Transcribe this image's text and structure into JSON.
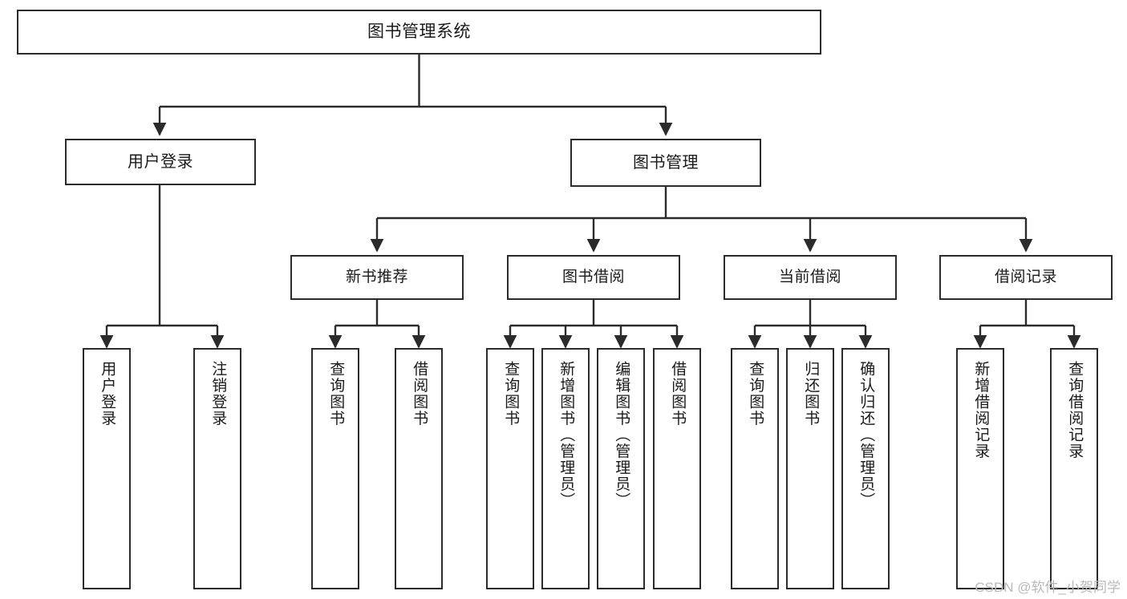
{
  "diagram": {
    "title": "图书管理系统",
    "type": "tree-hierarchy",
    "watermark": "CSDN @软件_小贺同学",
    "colors": {
      "stroke": "#2b2b2b",
      "fill": "#ffffff",
      "text": "#1a1a1a",
      "watermark": "#b9b9b9"
    }
  },
  "nodes": {
    "root": {
      "label": "图书管理系统"
    },
    "level2": [
      {
        "id": "user-login",
        "label": "用户登录"
      },
      {
        "id": "book-manage",
        "label": "图书管理"
      }
    ],
    "level3": [
      {
        "id": "new-book-recommend",
        "label": "新书推荐"
      },
      {
        "id": "book-borrow",
        "label": "图书借阅"
      },
      {
        "id": "current-borrow",
        "label": "当前借阅"
      },
      {
        "id": "borrow-record",
        "label": "借阅记录"
      }
    ],
    "leaves": [
      {
        "id": "leaf-user-login",
        "label": "用户登录",
        "parent": "user-login"
      },
      {
        "id": "leaf-logout-login",
        "label": "注销登录",
        "parent": "user-login"
      },
      {
        "id": "leaf-query-book-1",
        "label": "查询图书",
        "parent": "new-book-recommend"
      },
      {
        "id": "leaf-borrow-book-1",
        "label": "借阅图书",
        "parent": "new-book-recommend"
      },
      {
        "id": "leaf-query-book-2",
        "label": "查询图书",
        "parent": "book-borrow"
      },
      {
        "id": "leaf-add-book",
        "label": "新增图书（管理员）",
        "parent": "book-borrow"
      },
      {
        "id": "leaf-edit-book",
        "label": "编辑图书（管理员）",
        "parent": "book-borrow"
      },
      {
        "id": "leaf-borrow-book-2",
        "label": "借阅图书",
        "parent": "book-borrow"
      },
      {
        "id": "leaf-query-book-3",
        "label": "查询图书",
        "parent": "current-borrow"
      },
      {
        "id": "leaf-return-book",
        "label": "归还图书",
        "parent": "current-borrow"
      },
      {
        "id": "leaf-confirm-return",
        "label": "确认归还（管理员）",
        "parent": "current-borrow"
      },
      {
        "id": "leaf-add-record",
        "label": "新增借阅记录",
        "parent": "borrow-record"
      },
      {
        "id": "leaf-query-record",
        "label": "查询借阅记录",
        "parent": "borrow-record"
      }
    ]
  }
}
